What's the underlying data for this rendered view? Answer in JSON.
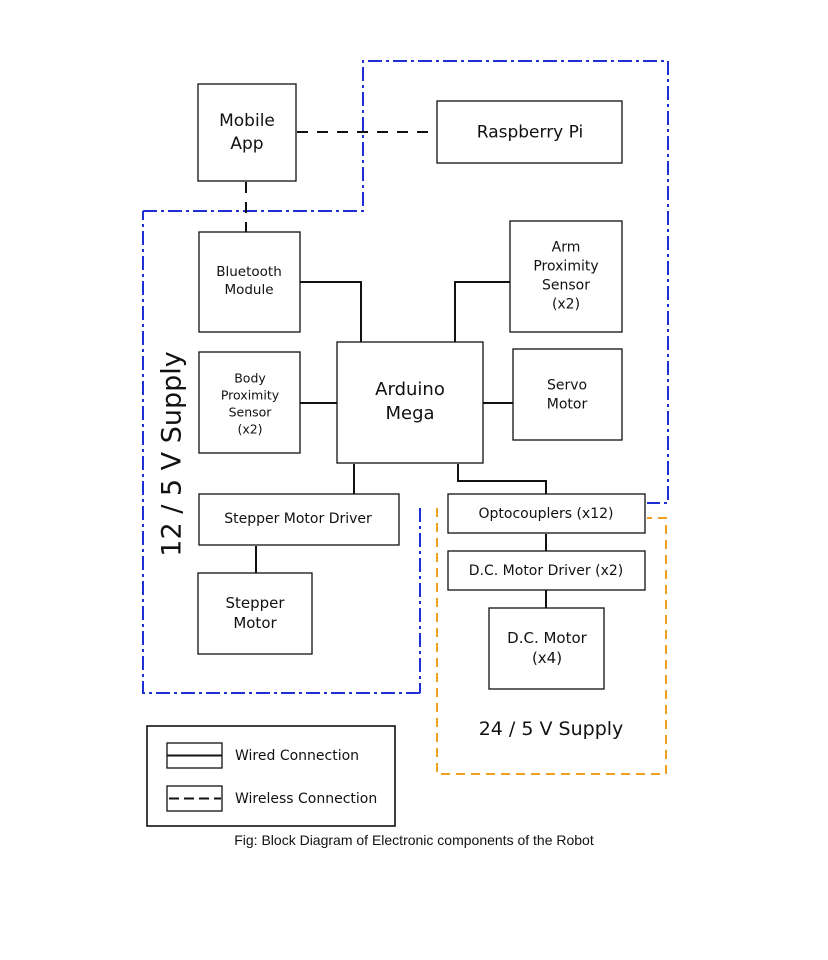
{
  "blocks": {
    "mobile_app": [
      "Mobile",
      "App"
    ],
    "raspberry_pi": [
      "Raspberry Pi"
    ],
    "bluetooth": [
      "Bluetooth",
      "Module"
    ],
    "arm_sensor": [
      "Arm",
      "Proximity",
      "Sensor",
      "(x2)"
    ],
    "body_sensor": [
      "Body",
      "Proximity",
      "Sensor",
      "(x2)"
    ],
    "arduino": [
      "Arduino",
      "Mega"
    ],
    "servo": [
      "Servo",
      "Motor"
    ],
    "stepper_driver": [
      "Stepper Motor Driver"
    ],
    "optocouplers": [
      "Optocouplers (x12)"
    ],
    "dc_driver": [
      "D.C. Motor Driver (x2)"
    ],
    "stepper_motor": [
      "Stepper",
      "Motor"
    ],
    "dc_motor": [
      "D.C. Motor",
      "(x4)"
    ]
  },
  "supply_12v": "12 / 5 V Supply",
  "supply_24v": "24 / 5 V Supply",
  "legend": {
    "wired": "Wired Connection",
    "wireless": "Wireless Connection"
  },
  "caption": "Fig: Block Diagram of Electronic components of the Robot",
  "colors": {
    "supply_12v": "#1f2fd6",
    "supply_24v": "#f0a020",
    "line": "#111111"
  }
}
